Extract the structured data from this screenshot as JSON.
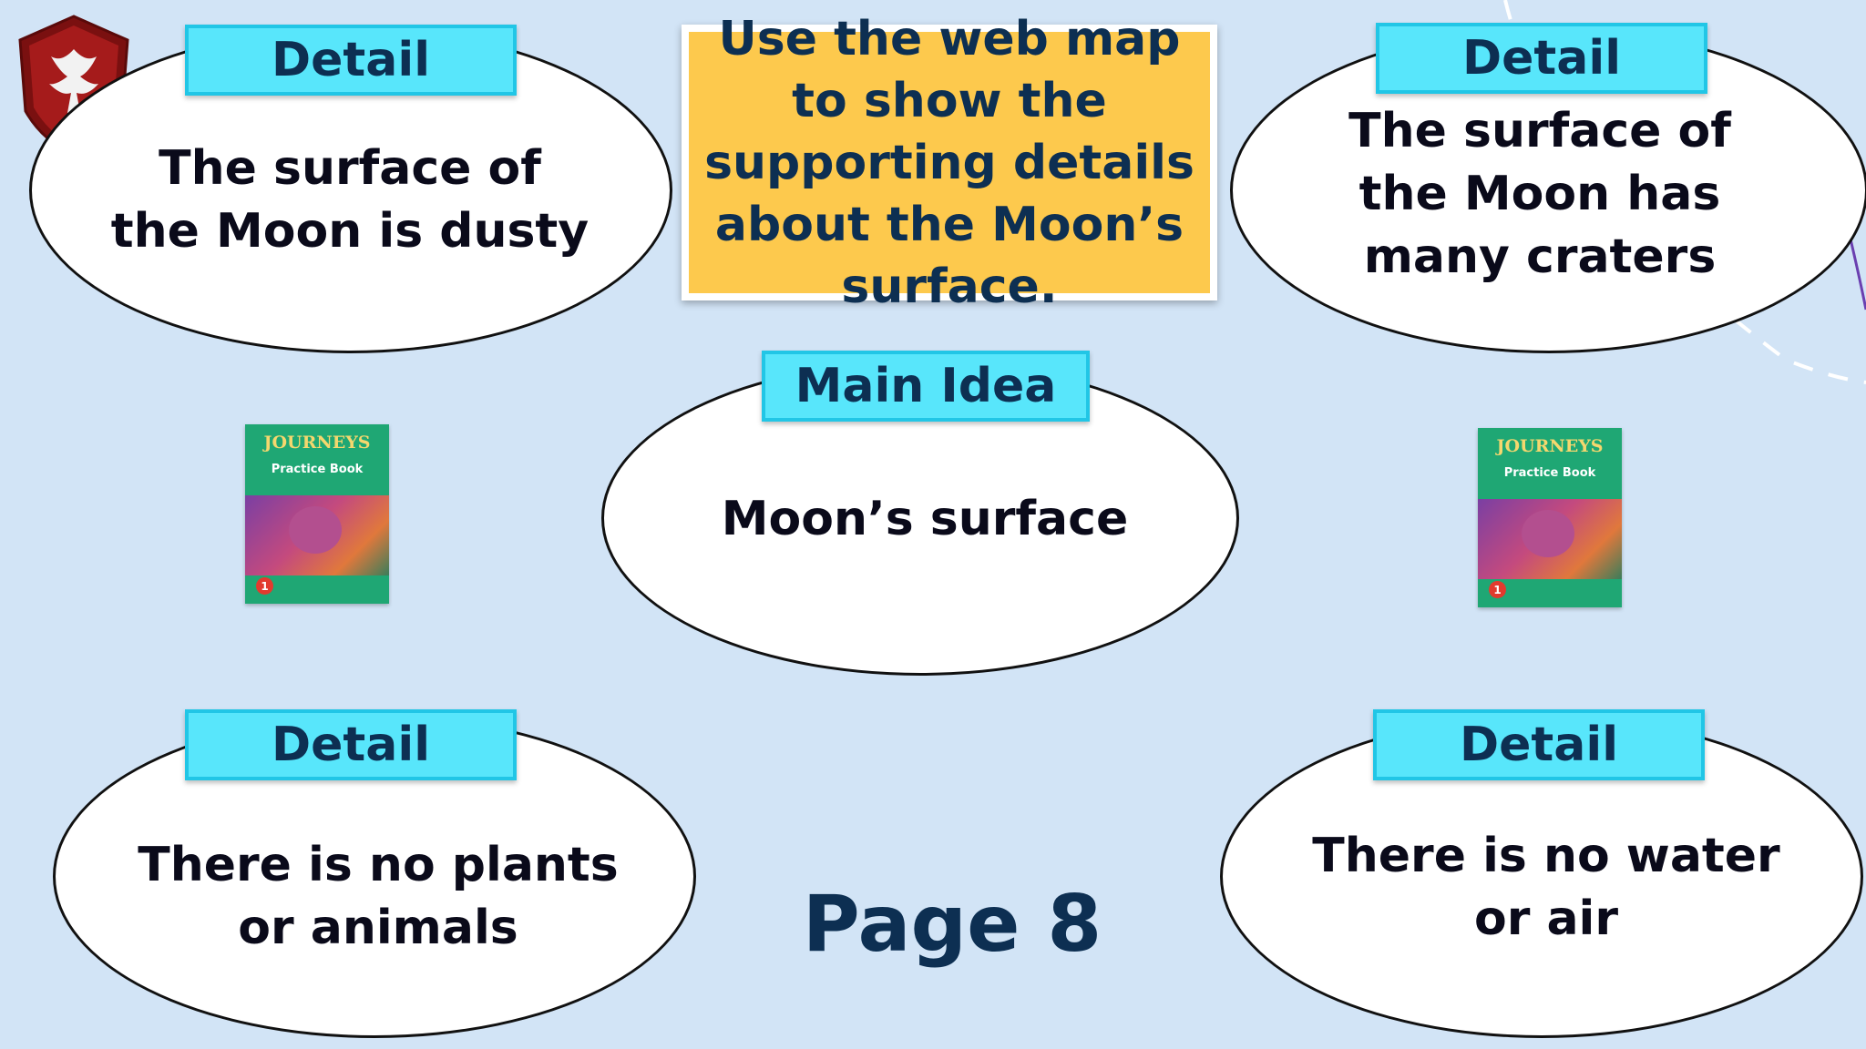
{
  "instruction": "Use the web map to show the supporting details about the Moon’s surface.",
  "main_idea": {
    "label": "Main Idea",
    "text": "Moon’s surface"
  },
  "details": [
    {
      "label": "Detail",
      "text": "The surface of\nthe Moon is dusty"
    },
    {
      "label": "Detail",
      "text": "The surface of\nthe Moon has\nmany craters"
    },
    {
      "label": "Detail",
      "text": "There is no plants\nor animals"
    },
    {
      "label": "Detail",
      "text": "There is no water\nor air"
    }
  ],
  "page_label": "Page 8",
  "books": [
    {
      "title": "JOURNEYS",
      "subtitle": "Practice Book",
      "volume": "1"
    },
    {
      "title": "JOURNEYS",
      "subtitle": "Practice Book",
      "volume": "1"
    }
  ],
  "colors": {
    "background": "#d2e4f6",
    "label_fill": "#58e6fb",
    "label_text": "#0d2f52",
    "instruction_fill": "#fdc94d",
    "book_cover": "#1fa774"
  },
  "icons": {
    "logo": "phoenix-shield-icon"
  }
}
